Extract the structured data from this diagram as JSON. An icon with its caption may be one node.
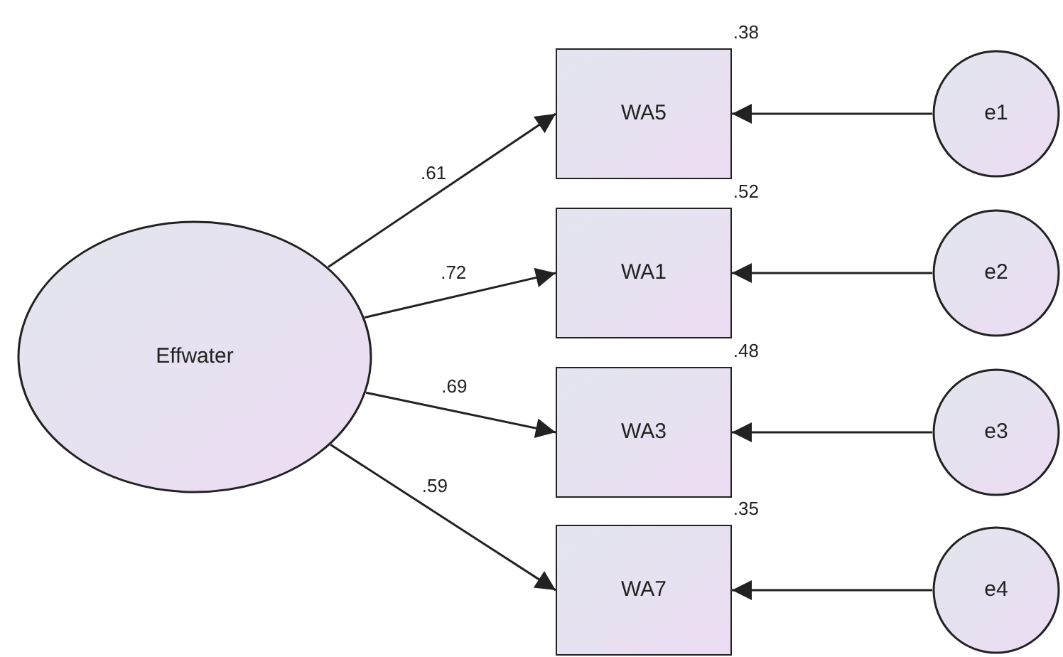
{
  "diagram": {
    "nodes": [
      {
        "text": [
          "Effwater"
        ]
      },
      {
        "text": [
          "WA5"
        ],
        "beside": [
          ".38"
        ]
      },
      {
        "text": [
          "WA1"
        ],
        "beside": [
          ".52"
        ]
      },
      {
        "text": [
          "WA3"
        ],
        "beside": [
          ".48"
        ]
      },
      {
        "text": [
          "WA7"
        ],
        "beside": [
          ".35"
        ]
      },
      {
        "text": [
          "e1"
        ]
      },
      {
        "text": [
          "e2"
        ]
      },
      {
        "text": [
          "e3"
        ]
      },
      {
        "text": [
          "e4"
        ]
      }
    ],
    "edges": [
      {
        "from": 0,
        "to": 1,
        "arrow": "to",
        "label": ".61"
      },
      {
        "from": 0,
        "to": 2,
        "arrow": "to",
        "label": ".72"
      },
      {
        "from": 0,
        "to": 3,
        "arrow": "to",
        "label": ".69"
      },
      {
        "from": 0,
        "to": 4,
        "arrow": "to",
        "label": ".59"
      },
      {
        "from": 5,
        "to": 1,
        "arrow": "to"
      },
      {
        "from": 6,
        "to": 2,
        "arrow": "to"
      },
      {
        "from": 7,
        "to": 3,
        "arrow": "to"
      },
      {
        "from": 8,
        "to": 4,
        "arrow": "to"
      }
    ]
  }
}
